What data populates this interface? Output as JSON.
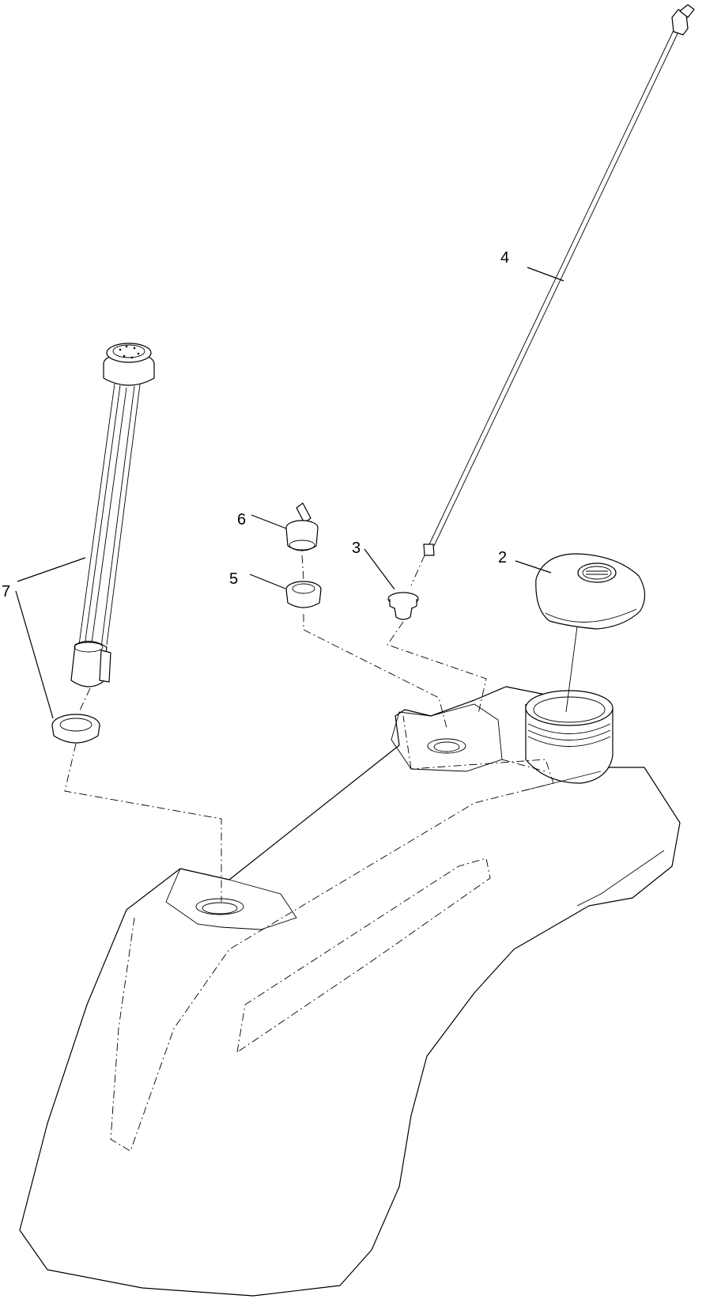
{
  "callouts": {
    "c2": "2",
    "c3": "3",
    "c4": "4",
    "c5": "5",
    "c6": "6",
    "c7": "7"
  }
}
